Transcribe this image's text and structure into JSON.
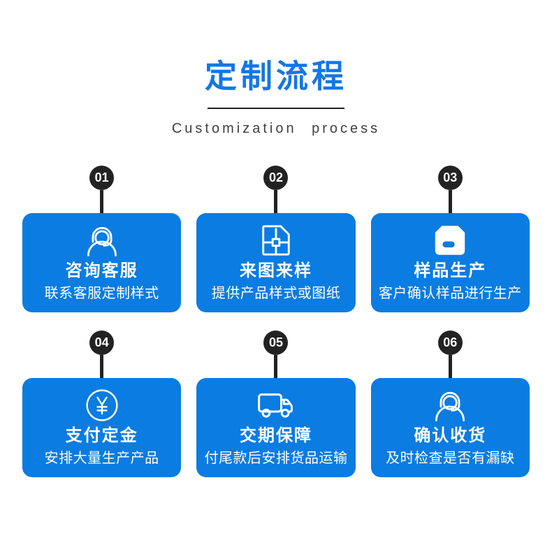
{
  "header": {
    "title": "定制流程",
    "subtitle": "Customization process"
  },
  "colors": {
    "card_blue": "#0b7ce1",
    "title_blue": "#1377e4",
    "ink_black": "#222222",
    "subtitle_gray": "#404040",
    "text_white": "#ffffff"
  },
  "steps": [
    {
      "number": "01",
      "icon": "headset-icon",
      "title": "咨询客服",
      "desc": "联系客服定制样式"
    },
    {
      "number": "02",
      "icon": "blueprint-icon",
      "title": "来图来样",
      "desc": "提供产品样式或图纸"
    },
    {
      "number": "03",
      "icon": "sample-box-icon",
      "title": "样品生产",
      "desc": "客户确认样品进行生产"
    },
    {
      "number": "04",
      "icon": "yen-coin-icon",
      "title": "支付定金",
      "desc": "安排大量生产产品"
    },
    {
      "number": "05",
      "icon": "truck-icon",
      "title": "交期保障",
      "desc": "付尾款后安排货品运输"
    },
    {
      "number": "06",
      "icon": "headset-icon",
      "title": "确认收货",
      "desc": "及时检查是否有漏缺"
    }
  ]
}
